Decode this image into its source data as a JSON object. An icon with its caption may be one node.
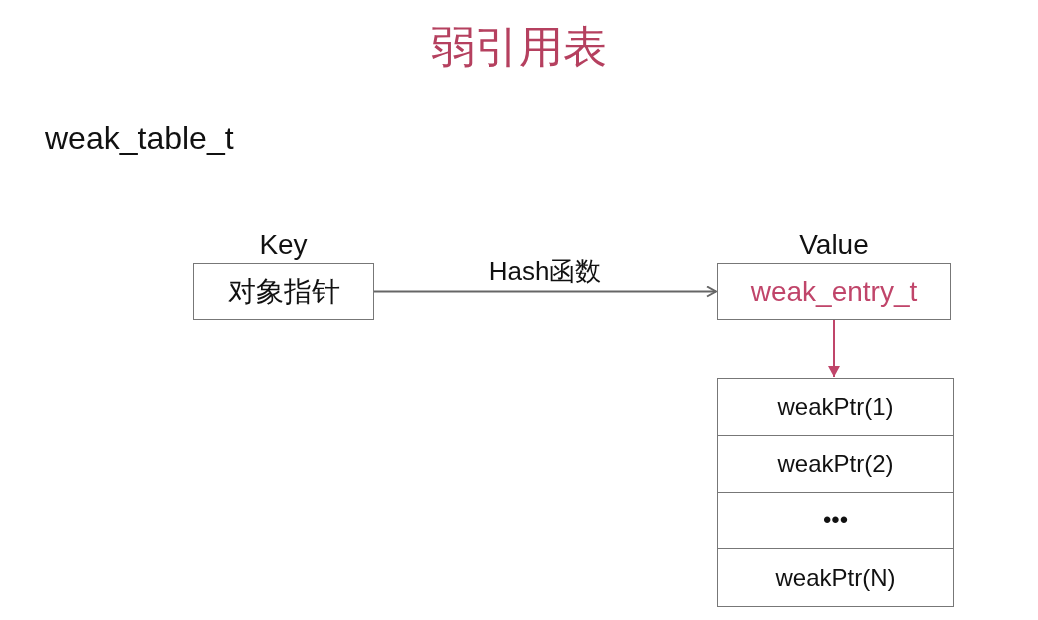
{
  "diagram": {
    "title": "弱引用表",
    "nodes": [
      {
        "text": [
          "Key",
          "对象指针"
        ]
      },
      {
        "text": [
          "Value",
          "weak_entry_t"
        ]
      },
      {
        "text": [],
        "shape": "box"
      },
      {
        "text": [
          "weakPtr(1)"
        ],
        "in": 2
      },
      {
        "text": [
          "weakPtr(2)"
        ],
        "in": 2
      },
      {
        "text": [
          "•••"
        ],
        "in": 2
      },
      {
        "text": [
          "weakPtr(N)"
        ],
        "in": 2
      }
    ],
    "edges": [
      {
        "from": 0,
        "to": 1,
        "arrow": "to",
        "label": "Hash函数"
      },
      {
        "from": 1,
        "to": 2,
        "arrow": "to",
        "color": "#c0456a"
      }
    ],
    "labels": [
      "weak_table_t"
    ]
  }
}
